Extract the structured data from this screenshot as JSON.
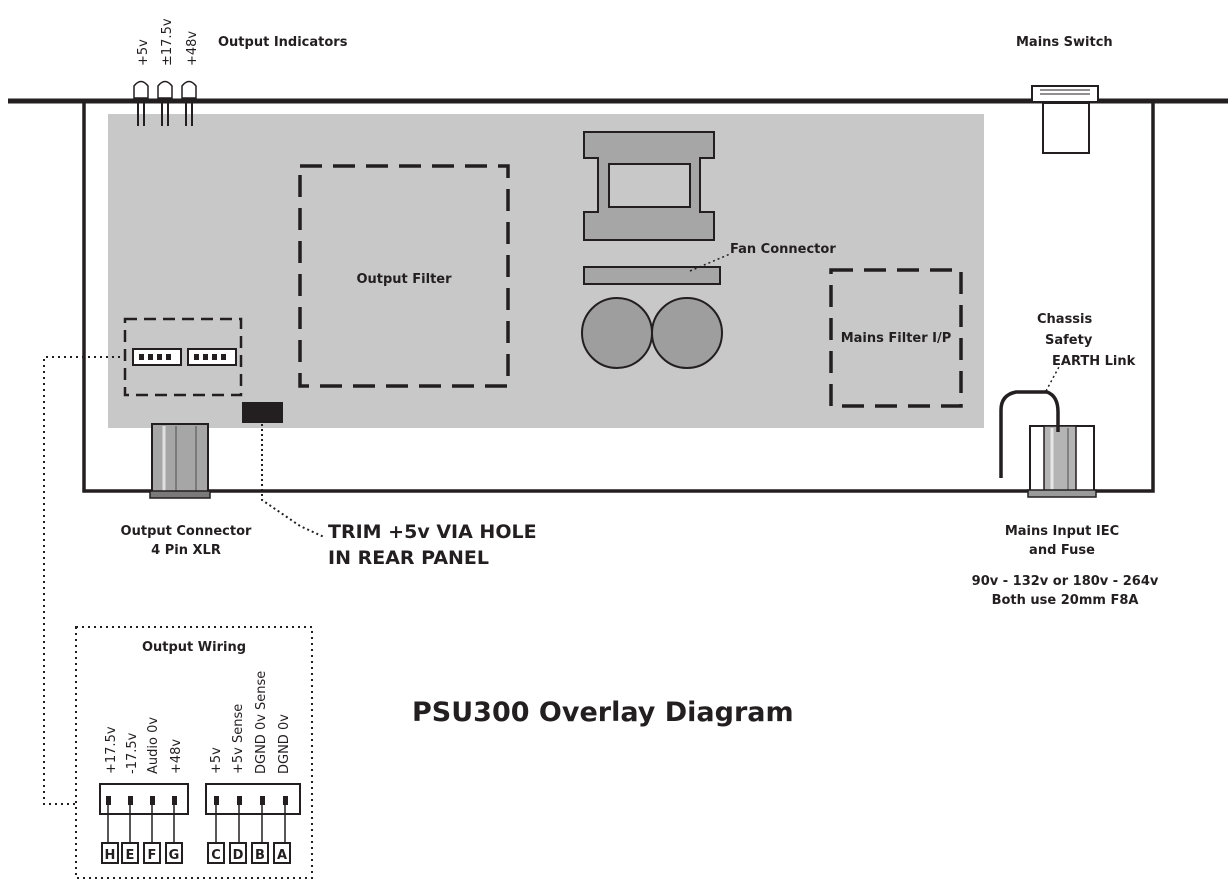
{
  "labels": {
    "output_indicators": "Output Indicators",
    "mains_switch": "Mains Switch",
    "output_filter": "Output Filter",
    "fan_connector": "Fan Connector",
    "mains_filter": "Mains Filter I/P",
    "chassis_earth": [
      "Chassis",
      "Safety",
      "EARTH Link"
    ],
    "output_connector": [
      "Output Connector",
      "4 Pin XLR"
    ],
    "trim": [
      "TRIM +5v VIA HOLE",
      "IN REAR PANEL"
    ],
    "mains_input": [
      "Mains Input IEC",
      "and Fuse"
    ],
    "mains_voltage": [
      "90v - 132v or 180v - 264v",
      "Both use 20mm F8A"
    ],
    "output_wiring": "Output Wiring",
    "title": "PSU300 Overlay Diagram"
  },
  "indicators": [
    "+5v",
    "±17.5v",
    "+48v"
  ],
  "wiring_signals": [
    "+17.5v",
    "-17.5v",
    "Audio 0v",
    "+48v",
    "+5v",
    "+5v Sense",
    "DGND 0v Sense",
    "DGND 0v"
  ],
  "wiring_pins": [
    "H",
    "E",
    "F",
    "G",
    "C",
    "D",
    "B",
    "A"
  ],
  "colors": {
    "board": "#c8c8c8",
    "line": "#231f20",
    "component_fill": "#a6a6a6",
    "capacitor_fill": "#9e9e9e"
  }
}
